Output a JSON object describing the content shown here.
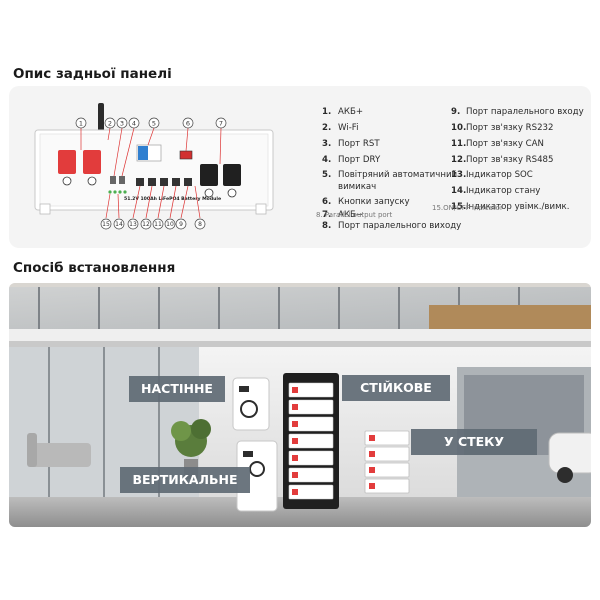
{
  "sections": {
    "rear_title": "Опис задньої панелі",
    "install_title": "Спосіб встановлення"
  },
  "panel": {
    "callouts": [
      "1",
      "2",
      "3",
      "4",
      "5",
      "6",
      "7",
      "8",
      "9",
      "10",
      "11",
      "12",
      "13",
      "14",
      "15"
    ],
    "module_label": "51.2V 100Ah LiFePO4 Battery Module"
  },
  "legend": {
    "left": [
      {
        "num": "1.",
        "text": "АКБ+"
      },
      {
        "num": "2.",
        "text": "Wi-Fi"
      },
      {
        "num": "3.",
        "text": "Порт RST"
      },
      {
        "num": "4.",
        "text": "Порт DRY"
      },
      {
        "num": "5.",
        "text": "Повітряний автоматичний"
      },
      {
        "num": "",
        "text": "вимикач"
      },
      {
        "num": "6.",
        "text": "Кнопки запуску"
      },
      {
        "num": "7.",
        "text": "АКБ−"
      },
      {
        "num": "8.",
        "text": "Порт паралельного виходу"
      }
    ],
    "right": [
      {
        "num": "9.",
        "text": "Порт паралельного входу"
      },
      {
        "num": "10.",
        "text": "Порт зв'язку RS232"
      },
      {
        "num": "11.",
        "text": "Порт зв'язку CAN"
      },
      {
        "num": "12.",
        "text": "Порт зв'язку RS485"
      },
      {
        "num": "13.",
        "text": "Індикатор SOC"
      },
      {
        "num": "14.",
        "text": "Індикатор стану"
      },
      {
        "num": "15.",
        "text": "Індикатор увімк./вимк."
      }
    ],
    "ghost_left": "8.  Parallel output port",
    "ghost_right": "15.ON/OFF indicator"
  },
  "install": {
    "wall": "НАСТІННЕ",
    "rack": "СТІЙКОВЕ",
    "stack": "У СТЕКУ",
    "vertical": "ВЕРТИКАЛЬНЕ"
  },
  "colors": {
    "terminal_red": "#e23c3c",
    "breaker_blue": "#2f7fd0",
    "label_bg": "#606a74"
  }
}
